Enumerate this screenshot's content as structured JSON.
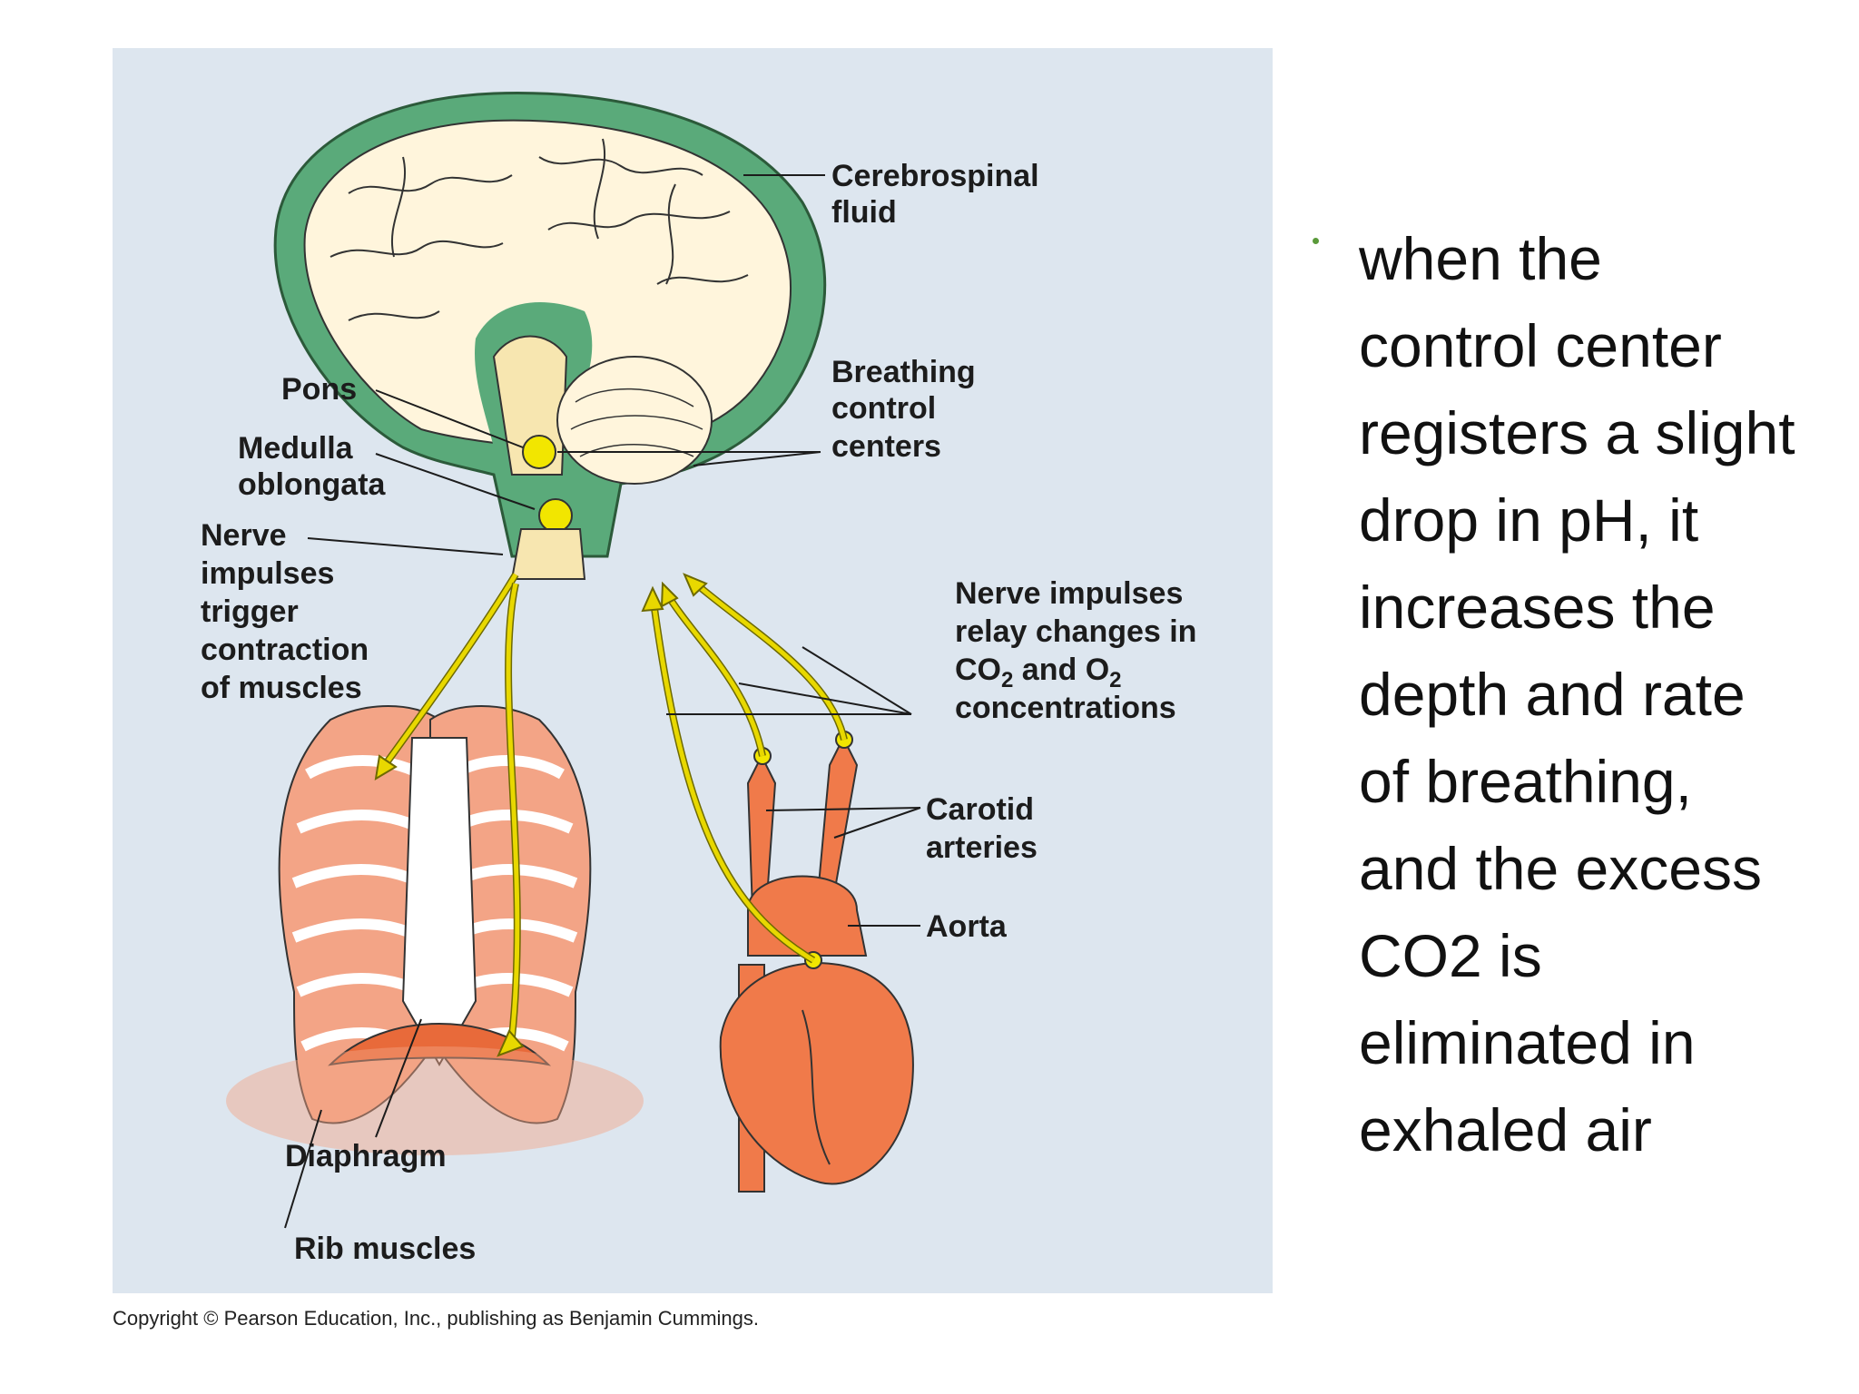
{
  "diagram": {
    "labels": {
      "cerebrospinal_1": "Cerebrospinal",
      "cerebrospinal_2": "fluid",
      "breathing_1": "Breathing",
      "breathing_2": "control",
      "breathing_3": "centers",
      "pons": "Pons",
      "medulla_1": "Medulla",
      "medulla_2": "oblongata",
      "nerve_trigger_1": "Nerve",
      "nerve_trigger_2": "impulses",
      "nerve_trigger_3": "trigger",
      "nerve_trigger_4": "contraction",
      "nerve_trigger_5": "of muscles",
      "relay_1": "Nerve impulses",
      "relay_2": "relay changes in",
      "relay_co": "CO",
      "relay_sub2a": "2",
      "relay_and": " and O",
      "relay_sub2b": "2",
      "relay_4": "concentrations",
      "carotid_1": "Carotid",
      "carotid_2": "arteries",
      "aorta": "Aorta",
      "diaphragm": "Diaphragm",
      "rib_muscles": "Rib muscles"
    },
    "colors": {
      "panel": "#dde6ef",
      "csf": "#5aaa7a",
      "brain": "#fff5dc",
      "nerve": "#e8d800",
      "artery": "#f07a4a",
      "muscle": "#f0a080"
    }
  },
  "copyright": "Copyright © Pearson Education, Inc., publishing as Benjamin Cummings.",
  "bullet": {
    "text": " when the\ncontrol center\nregisters a slight\ndrop in pH, it\nincreases the\ndepth and rate\nof breathing,\nand the excess\nCO2 is\neliminated in\nexhaled air"
  }
}
